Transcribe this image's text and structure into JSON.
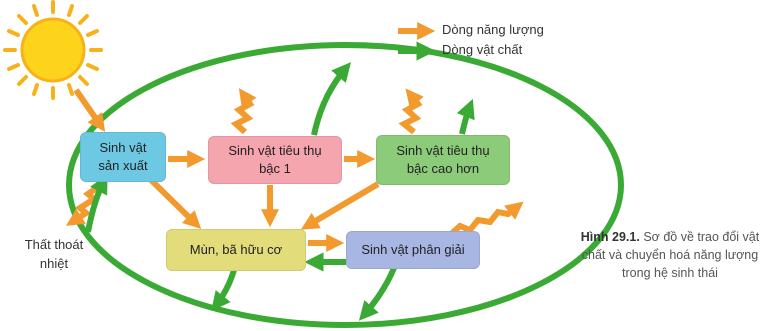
{
  "legend": {
    "energy_label": "Dòng năng lượng",
    "matter_label": "Dòng vật chất"
  },
  "nodes": {
    "producer": {
      "line1": "Sinh vật",
      "line2": "sản xuất"
    },
    "consumer1": {
      "line1": "Sinh vật tiêu thụ",
      "line2": "bậc 1"
    },
    "consumer_higher": {
      "line1": "Sinh vật tiêu thụ",
      "line2": "bậc cao hơn"
    },
    "detritus": {
      "line1": "Mùn, bã hữu cơ"
    },
    "decomposer": {
      "line1": "Sinh vật phân giải"
    }
  },
  "heat_loss": {
    "line1": "Thất thoát",
    "line2": "nhiệt"
  },
  "caption": {
    "label": "Hình 29.1.",
    "text": "Sơ đồ về trao đổi vật chất và chuyển hoá năng lượng trong hệ sinh thái"
  },
  "colors": {
    "energy": "#F29A2E",
    "matter": "#3AAA35",
    "producer": "#6DC8E3",
    "consumer1": "#F4A5AE",
    "consumer_higher": "#8CCB7A",
    "detritus": "#E2DC7A",
    "decomposer": "#A8B6E4"
  }
}
